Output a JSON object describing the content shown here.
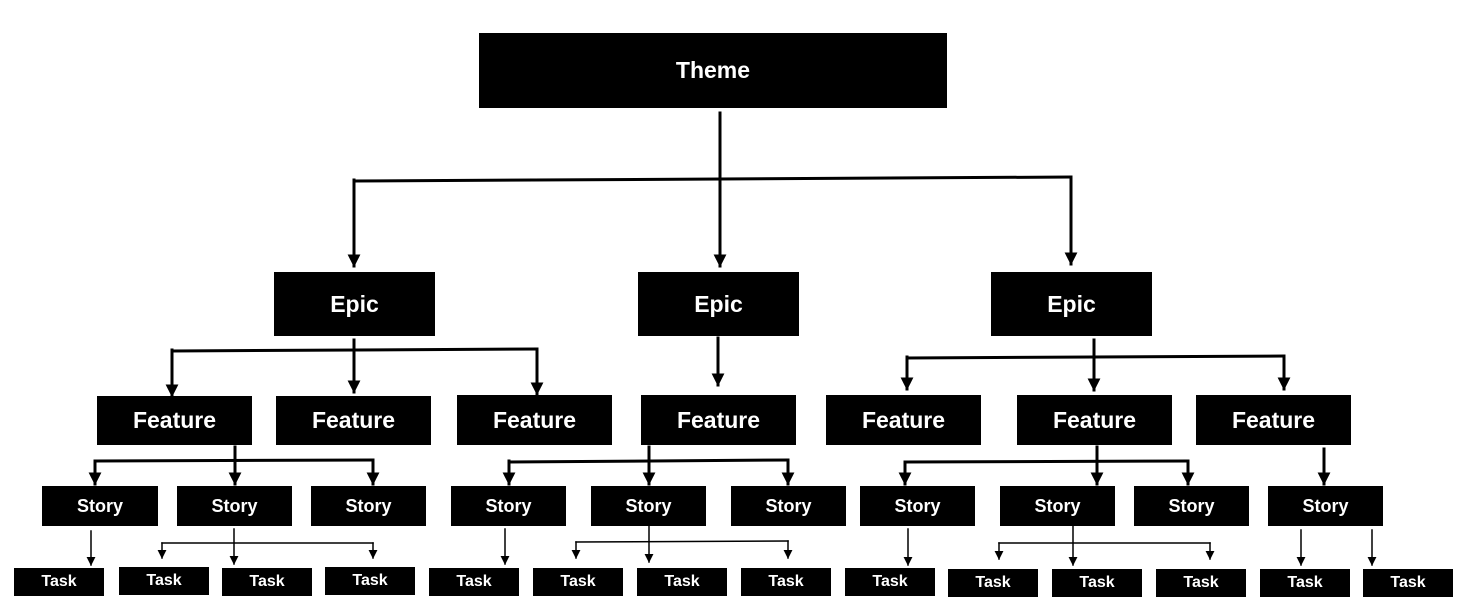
{
  "colors": {
    "node_fill": "#000000",
    "node_text": "#ffffff",
    "line": "#000000",
    "background": "#ffffff"
  },
  "labels": {
    "theme": "Theme",
    "epic": "Epic",
    "feature": "Feature",
    "story": "Story",
    "task": "Task"
  },
  "tree": {
    "label": "Theme",
    "epics": [
      {
        "label": "Epic",
        "features": [
          {
            "label": "Feature",
            "stories": [
              {
                "label": "Story",
                "tasks": [
                  "Task"
                ]
              },
              {
                "label": "Story",
                "tasks": [
                  "Task",
                  "Task",
                  "Task"
                ]
              },
              {
                "label": "Story",
                "tasks": []
              }
            ]
          },
          {
            "label": "Feature",
            "stories": []
          },
          {
            "label": "Feature",
            "stories": []
          }
        ]
      },
      {
        "label": "Epic",
        "features": [
          {
            "label": "Feature",
            "stories": [
              {
                "label": "Story",
                "tasks": [
                  "Task"
                ]
              },
              {
                "label": "Story",
                "tasks": [
                  "Task",
                  "Task",
                  "Task"
                ]
              },
              {
                "label": "Story",
                "tasks": []
              }
            ]
          }
        ]
      },
      {
        "label": "Epic",
        "features": [
          {
            "label": "Feature",
            "stories": []
          },
          {
            "label": "Feature",
            "stories": [
              {
                "label": "Story",
                "tasks": [
                  "Task"
                ]
              },
              {
                "label": "Story",
                "tasks": [
                  "Task",
                  "Task",
                  "Task"
                ]
              },
              {
                "label": "Story",
                "tasks": []
              }
            ]
          },
          {
            "label": "Feature",
            "stories": [
              {
                "label": "Story",
                "tasks": [
                  "Task",
                  "Task"
                ]
              }
            ]
          }
        ]
      }
    ]
  }
}
